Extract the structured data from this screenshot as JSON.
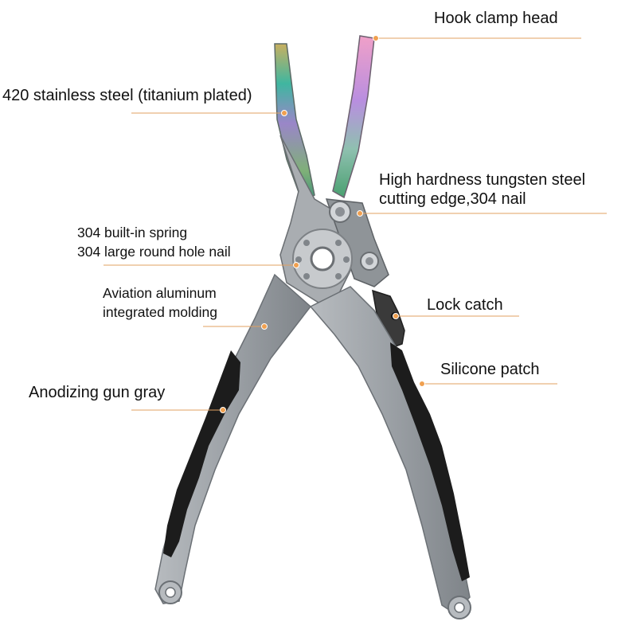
{
  "colors": {
    "background": "#ffffff",
    "leader_line": "#e0a060",
    "leader_dot": "#f0a050",
    "handle_metal": "#9ea2a6",
    "grip": "#1b1b1b"
  },
  "callouts": {
    "hook_clamp": {
      "text": "Hook clamp head"
    },
    "stainless": {
      "text": "420 stainless steel (titanium plated)"
    },
    "tungsten": {
      "line1": "High hardness tungsten steel",
      "line2": "cutting edge,304 nail"
    },
    "spring": {
      "line1": "304 built-in spring",
      "line2": "304 large round hole nail"
    },
    "aluminum": {
      "line1": "Aviation aluminum",
      "line2": "integrated molding"
    },
    "lock": {
      "text": "Lock catch"
    },
    "silicone": {
      "text": "Silicone patch"
    },
    "anodizing": {
      "text": "Anodizing gun gray"
    }
  }
}
